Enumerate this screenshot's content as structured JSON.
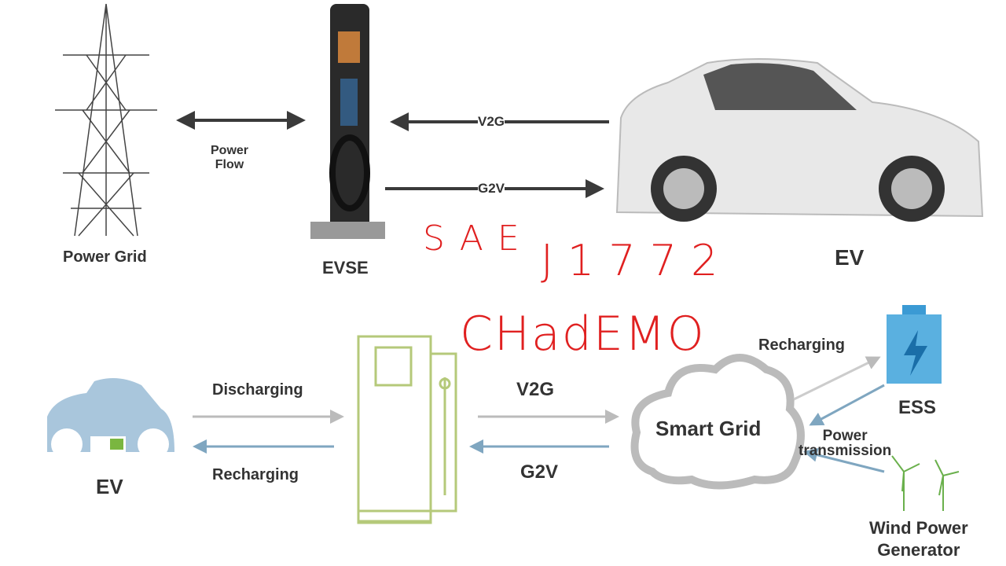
{
  "top": {
    "power_grid": "Power Grid",
    "power_flow": "Power\nFlow",
    "evse": "EVSE",
    "v2g": "V2G",
    "g2v": "G2V",
    "ev": "EV"
  },
  "handwritten": {
    "line1a": "SAE",
    "line1b": "J1772",
    "line2": "CHadEMO"
  },
  "bottom": {
    "discharging": "Discharging",
    "recharging_left": "Recharging",
    "ev": "EV",
    "v2g": "V2G",
    "g2v": "G2V",
    "smart_grid": "Smart Grid",
    "recharging_right": "Recharging",
    "ess": "ESS",
    "power_transmission": "Power\ntransmission",
    "wind": "Wind Power\nGenerator"
  },
  "colors": {
    "dark_arrow": "#3a3a3a",
    "gray_arrow": "#bbbbbb",
    "blue_arrow": "#7fa6c0",
    "charger_green": "#b5c97a",
    "ev_blue": "#a9c6dc",
    "handwriting": "#e02020"
  }
}
